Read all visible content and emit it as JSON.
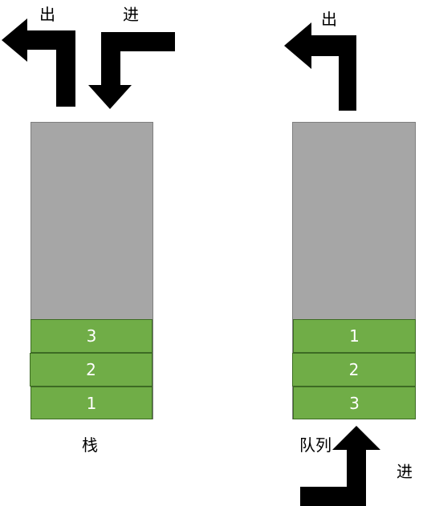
{
  "stack": {
    "label": "栈",
    "out_label": "出",
    "in_label": "进",
    "items": [
      "3",
      "2",
      "1"
    ]
  },
  "queue": {
    "label": "队列",
    "out_label": "出",
    "in_label": "进",
    "items": [
      "1",
      "2",
      "3"
    ]
  },
  "colors": {
    "container": "#a6a6a6",
    "item": "#70ad47",
    "arrow": "#000000"
  }
}
